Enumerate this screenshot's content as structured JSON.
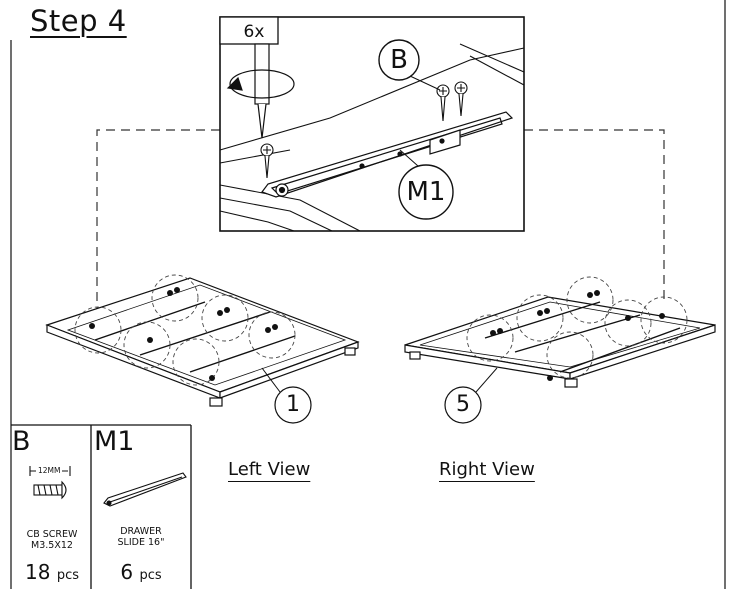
{
  "step": {
    "title": "Step 4"
  },
  "detail": {
    "quantity": "6x",
    "screw_callout": "B",
    "slide_callout": "M1"
  },
  "views": {
    "left": {
      "label": "Left View",
      "panel_number": "1"
    },
    "right": {
      "label": "Right View",
      "panel_number": "5"
    }
  },
  "parts": [
    {
      "id": "B",
      "dimension": "12MM",
      "name_line1": "CB SCREW",
      "name_line2": "M3.5X12",
      "qty": "18",
      "unit": "pcs"
    },
    {
      "id": "M1",
      "name_line1": "DRAWER",
      "name_line2": "SLIDE 16\"",
      "qty": "6",
      "unit": "pcs"
    }
  ],
  "colors": {
    "line": "#111111",
    "background": "#ffffff",
    "dash": "#333333"
  }
}
